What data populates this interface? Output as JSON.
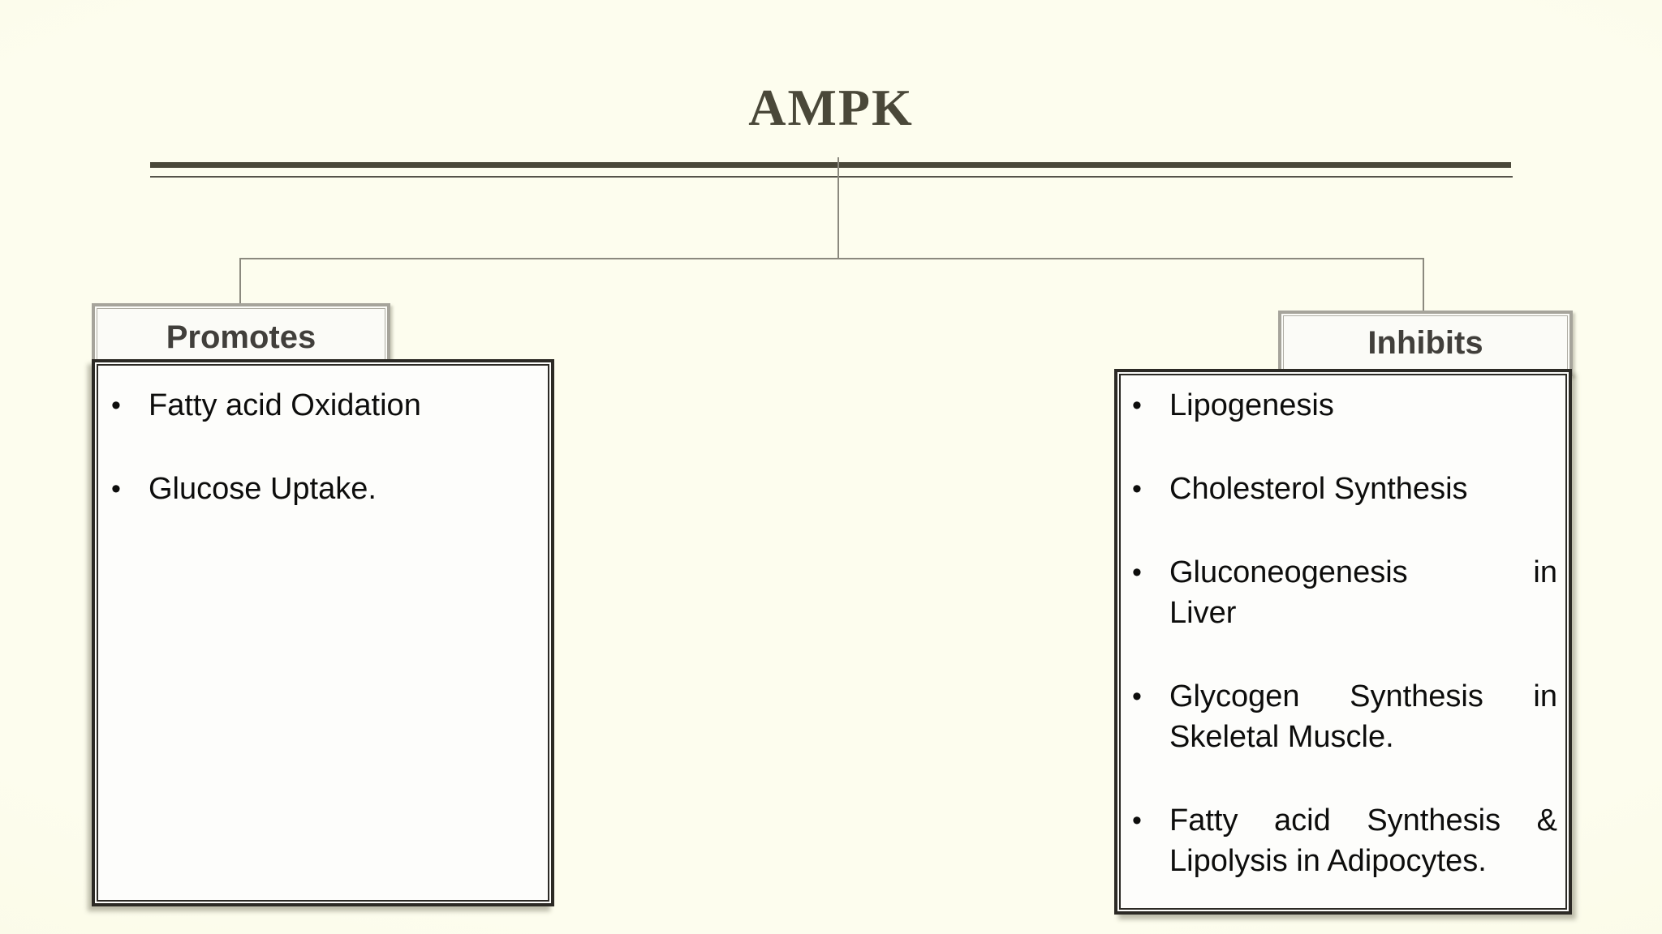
{
  "title": "AMPK",
  "bullet": "•",
  "promotes": {
    "label": "Promotes",
    "items": [
      {
        "lines": [
          "Fatty acid Oxidation"
        ]
      },
      {
        "lines": [
          "Glucose Uptake."
        ]
      }
    ]
  },
  "inhibits": {
    "label": "Inhibits",
    "items": [
      {
        "lines": [
          "Lipogenesis"
        ]
      },
      {
        "lines": [
          "Cholesterol Synthesis"
        ]
      },
      {
        "lines": [
          "Gluconeogenesis in",
          "Liver"
        ]
      },
      {
        "lines": [
          "Glycogen Synthesis in",
          "Skeletal Muscle."
        ]
      },
      {
        "lines": [
          "Fatty acid Synthesis &",
          "Lipolysis in Adipocytes."
        ]
      }
    ]
  },
  "colors": {
    "background": "#fcfce9",
    "title_ink": "#4a4839",
    "connector": "#8b897e",
    "header_border": "#a6a49b",
    "box_border": "#2c2a25",
    "box_fill": "#fdfdfb",
    "text_ink": "#0d0d0c"
  }
}
